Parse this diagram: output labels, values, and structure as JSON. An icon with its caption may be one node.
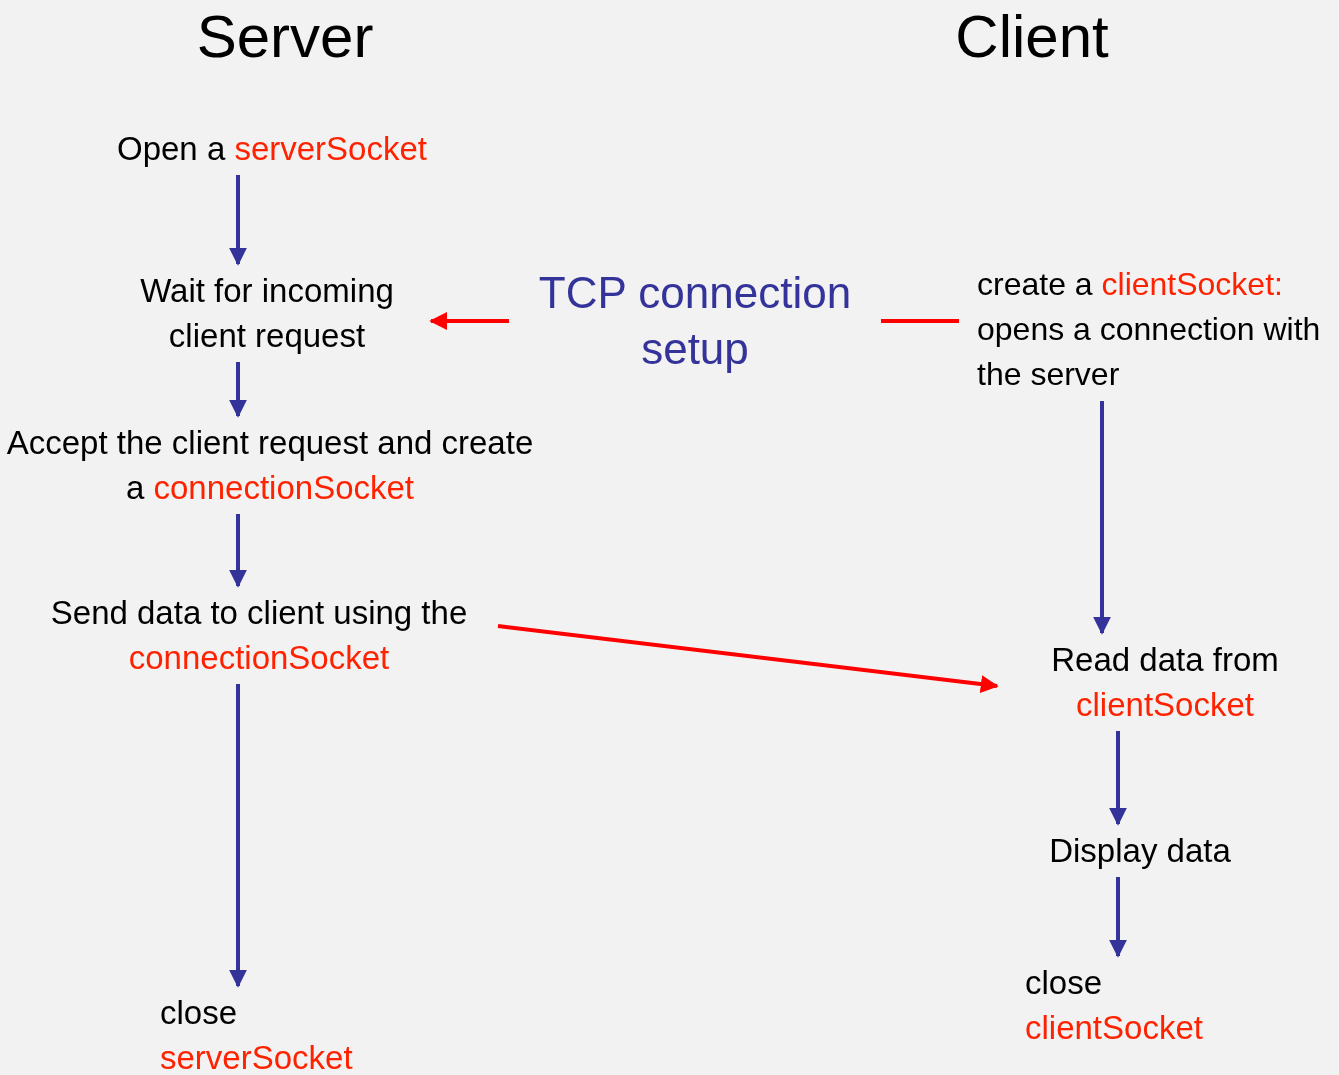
{
  "diagram": {
    "nodes": [
      {
        "text": [
          "Open a",
          "serverSocket"
        ]
      },
      {
        "text": [
          "Wait for incoming client request"
        ]
      },
      {
        "text": [
          "Accept the client request and create a",
          "connectionSocket"
        ]
      },
      {
        "text": [
          "Send data to client using the",
          "connectionSocket"
        ]
      },
      {
        "text": [
          "close",
          "serverSocket"
        ]
      },
      {
        "text": [
          "create a",
          "clientSocket:",
          "opens a connection with the server"
        ]
      },
      {
        "text": [
          "Read data from",
          "clientSocket"
        ]
      },
      {
        "text": [
          "Display data"
        ]
      },
      {
        "text": [
          "close",
          "clientSocket"
        ]
      }
    ],
    "edges": [
      {
        "from": 0,
        "to": 1,
        "arrow": "to"
      },
      {
        "from": 1,
        "to": 2,
        "arrow": "to"
      },
      {
        "from": 2,
        "to": 3,
        "arrow": "to"
      },
      {
        "from": 3,
        "to": 4,
        "arrow": "to"
      },
      {
        "from": 5,
        "to": 1,
        "arrow": "to",
        "label": "TCP connection setup",
        "color": "#ff0000"
      },
      {
        "from": 5,
        "to": 6,
        "arrow": "to"
      },
      {
        "from": 3,
        "to": 6,
        "arrow": "to",
        "color": "#ff0000"
      },
      {
        "from": 6,
        "to": 7,
        "arrow": "to"
      },
      {
        "from": 7,
        "to": 8,
        "arrow": "to"
      }
    ],
    "labels": [
      "Server",
      "Client"
    ]
  }
}
